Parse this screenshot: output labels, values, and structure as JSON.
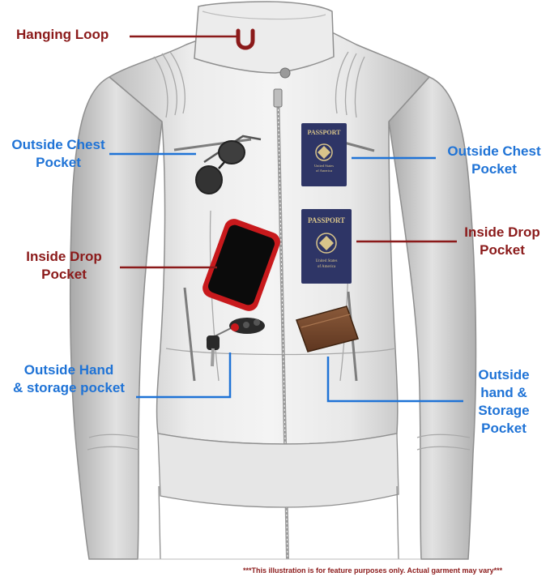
{
  "colors": {
    "red_label": "#8b1a1a",
    "blue_label": "#1f73d6",
    "jacket": "#e6e6e6",
    "passport": "#2e3566",
    "phone_case": "#c8191c",
    "wallet": "#7a4a2c"
  },
  "labels": {
    "hanging_loop": "Hanging Loop",
    "outside_chest_left": [
      "Outside Chest",
      "Pocket"
    ],
    "outside_chest_right": [
      "Outside Chest",
      "Pocket"
    ],
    "inside_drop_left": [
      "Inside Drop",
      "Pocket"
    ],
    "inside_drop_right": [
      "Inside Drop",
      "Pocket"
    ],
    "outside_hand_left": [
      "Outside Hand",
      "& storage pocket"
    ],
    "outside_hand_right": [
      "Outside",
      "hand &",
      "Storage",
      "Pocket"
    ]
  },
  "passport": {
    "title": "PASSPORT",
    "subtitle": [
      "United States",
      "of America"
    ]
  },
  "disclaimer": "***This illustration is for feature purposes only.  Actual garment may vary***"
}
